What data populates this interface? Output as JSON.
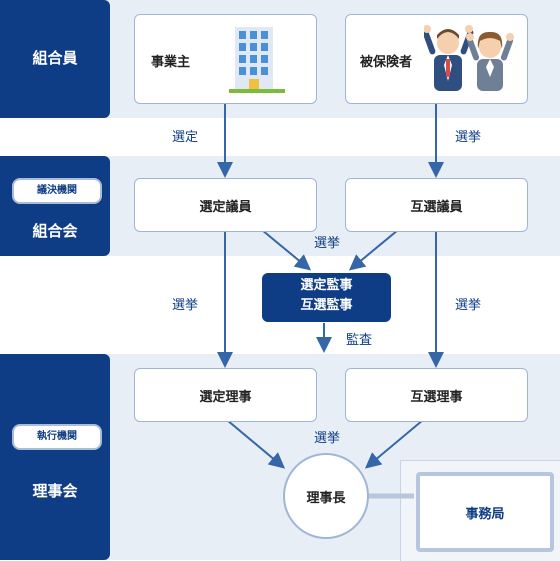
{
  "bands": {
    "members": {
      "label": "組合員"
    },
    "assembly": {
      "badge": "議決機関",
      "label": "組合会"
    },
    "board": {
      "badge": "執行機関",
      "label": "理事会"
    }
  },
  "boxes": {
    "employer": "事業主",
    "insured": "被保険者",
    "appointed_councilor": "選定議員",
    "elected_councilor": "互選議員",
    "auditors_line1": "選定監事",
    "auditors_line2": "互選監事",
    "appointed_director": "選定理事",
    "elected_director": "互選理事",
    "chairman": "理事長",
    "secretariat": "事務局"
  },
  "edges": {
    "appoint": "選定",
    "elect_left_top": "選挙",
    "elect_center_top": "選挙",
    "elect_left_mid": "選挙",
    "elect_right_mid": "選挙",
    "audit": "監査",
    "elect_center_bottom": "選挙"
  },
  "colors": {
    "navy": "#0f3d85",
    "band": "#e8eef6",
    "arrow": "#3566a8"
  },
  "icons": {
    "building": "building-icon",
    "people": "people-icon"
  }
}
